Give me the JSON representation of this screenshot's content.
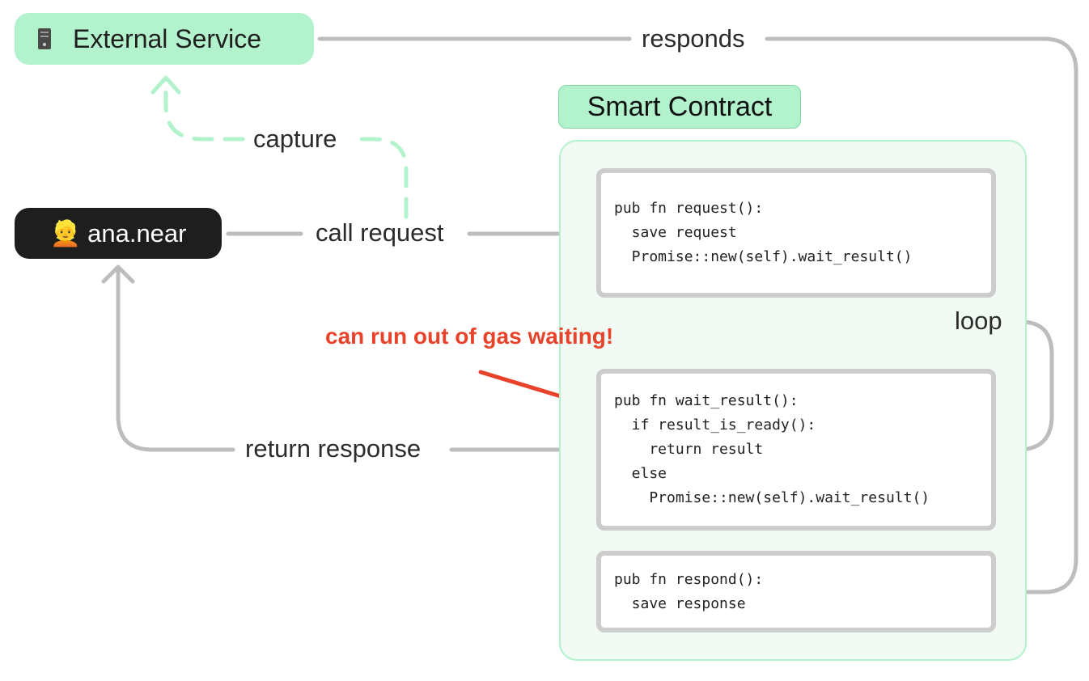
{
  "nodes": {
    "external_service": {
      "label": "External Service",
      "icon": "server-icon",
      "color": "#b2f2cc"
    },
    "ana": {
      "emoji": "👱",
      "label": "ana.near",
      "color": "#1e1e1e"
    },
    "smart_contract": {
      "title": "Smart Contract",
      "color": "#b2f2cc"
    }
  },
  "code_blocks": {
    "request": "pub fn request():\n  save request\n  Promise::new(self).wait_result()",
    "wait_result": "pub fn wait_result():\n  if result_is_ready():\n    return result\n  else\n    Promise::new(self).wait_result()",
    "respond": "pub fn respond():\n  save response"
  },
  "edges": {
    "responds": "responds",
    "capture": "capture",
    "call_request": "call request",
    "loop": "loop",
    "return_response": "return response"
  },
  "annotation": {
    "warning": "can run out of gas waiting!",
    "color": "#e8432a"
  }
}
